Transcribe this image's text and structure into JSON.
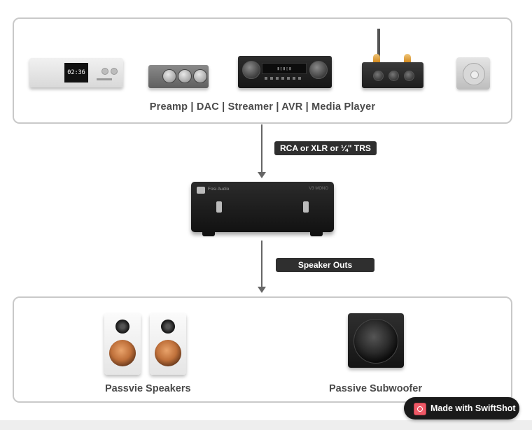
{
  "sources": {
    "caption": "Preamp  |  DAC  |  Streamer  |  AVR  |  Media Player",
    "server_display": "02:36"
  },
  "connections": {
    "input_label": "RCA or XLR or ¼\" TRS",
    "output_label": "Speaker Outs"
  },
  "amplifier": {
    "brand": "Fosi Audio",
    "model": "V3 MONO"
  },
  "outputs": {
    "speakers_caption": "Passvie Speakers",
    "subwoofer_caption": "Passive Subwoofer"
  },
  "badge": {
    "text": "Made with SwiftShot",
    "icon": "camera-icon",
    "color": "#ef5a67"
  }
}
